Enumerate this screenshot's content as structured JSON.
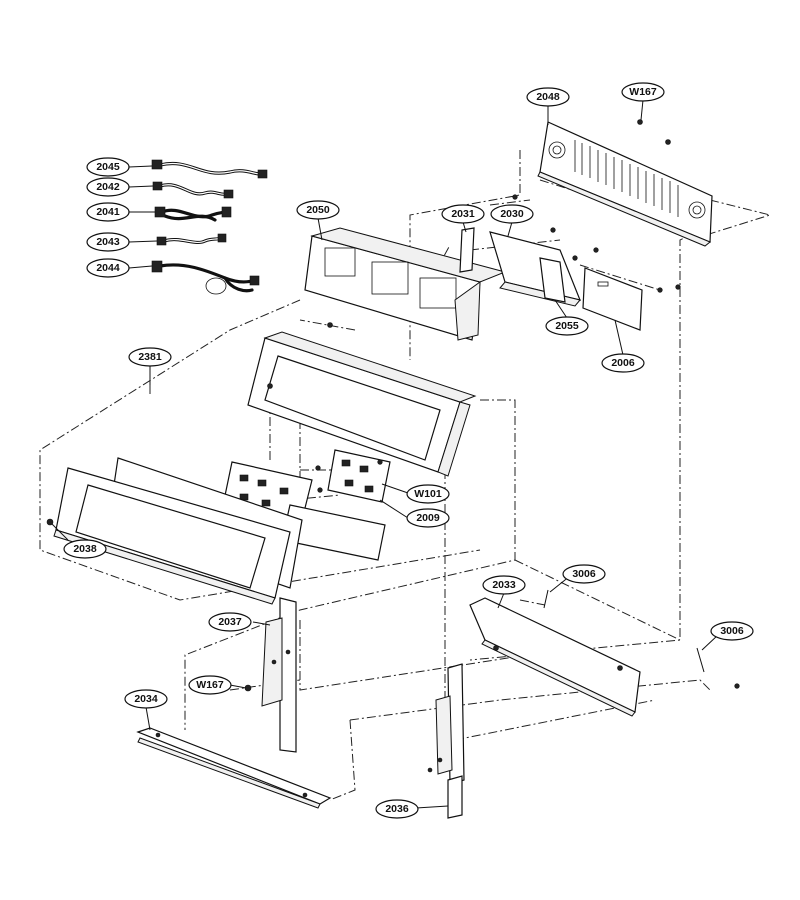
{
  "labels": {
    "p2048": "2048",
    "p2049_w167_top": "W167",
    "p2045": "2045",
    "p2042": "2042",
    "p2041": "2041",
    "p2043": "2043",
    "p2044": "2044",
    "p2050": "2050",
    "p2031": "2031",
    "p2030": "2030",
    "p2055": "2055",
    "p2006": "2006",
    "p2381": "2381",
    "pW101": "W101",
    "p2009": "2009",
    "p2038": "2038",
    "p2033": "2033",
    "p3006a": "3006",
    "p3006b": "3006",
    "p2037": "2037",
    "pW167_low": "W167",
    "p2034": "2034",
    "p2036": "2036"
  }
}
